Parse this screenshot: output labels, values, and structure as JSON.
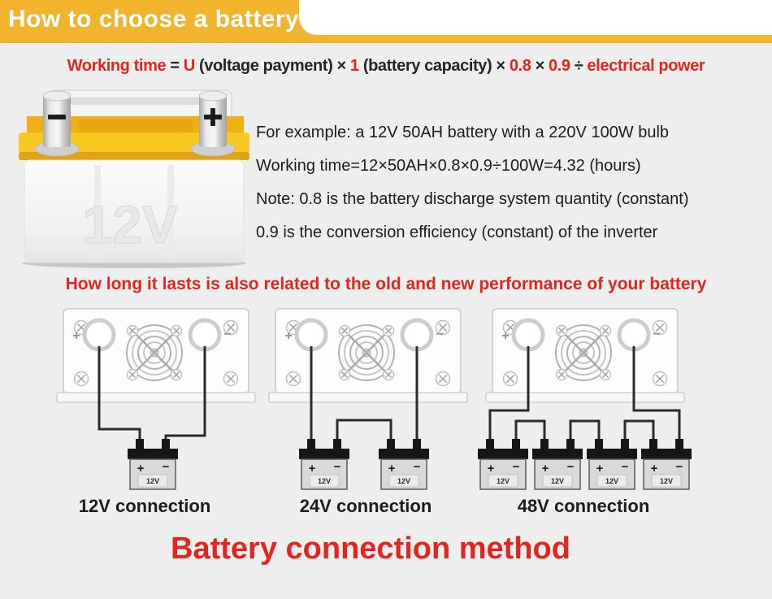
{
  "header": {
    "title": "How to choose a battery"
  },
  "formula": {
    "parts": [
      {
        "text": "Working time",
        "color": "red"
      },
      {
        "text": " = ",
        "color": "dark"
      },
      {
        "text": "U",
        "color": "red"
      },
      {
        "text": " (voltage payment) × ",
        "color": "dark"
      },
      {
        "text": "1",
        "color": "red"
      },
      {
        "text": " (battery capacity) × ",
        "color": "dark"
      },
      {
        "text": "0.8",
        "color": "red"
      },
      {
        "text": " × ",
        "color": "dark"
      },
      {
        "text": "0.9",
        "color": "red"
      },
      {
        "text": " ÷ ",
        "color": "dark"
      },
      {
        "text": "electrical power",
        "color": "red"
      }
    ]
  },
  "battery_illustration": {
    "voltage": "12V",
    "plus": "+",
    "minus": "−"
  },
  "example": {
    "lines": [
      "For example: a 12V 50AH battery with a 220V 100W bulb",
      "Working time=12×50AH×0.8×0.9÷100W=4.32 (hours)",
      "Note: 0.8 is the battery discharge system quantity (constant)",
      "0.9 is the conversion efficiency (constant) of the inverter"
    ]
  },
  "aging_note": "How long it lasts is also related to the old and new performance of your battery",
  "inverter": {
    "plus": "+",
    "minus": "−"
  },
  "battery_unit": {
    "plus": "+",
    "minus": "−",
    "voltage": "12V"
  },
  "connections": [
    {
      "label": "12V connection",
      "batteries": 1
    },
    {
      "label": "24V connection",
      "batteries": 2
    },
    {
      "label": "48V connection",
      "batteries": 4
    }
  ],
  "footer": {
    "title": "Battery connection method"
  },
  "colors": {
    "banner": "#F1B42C",
    "red": "#E3241F",
    "text": "#1F1F1F",
    "background": "#EFEEEF",
    "wire": "#2B2B2B"
  }
}
